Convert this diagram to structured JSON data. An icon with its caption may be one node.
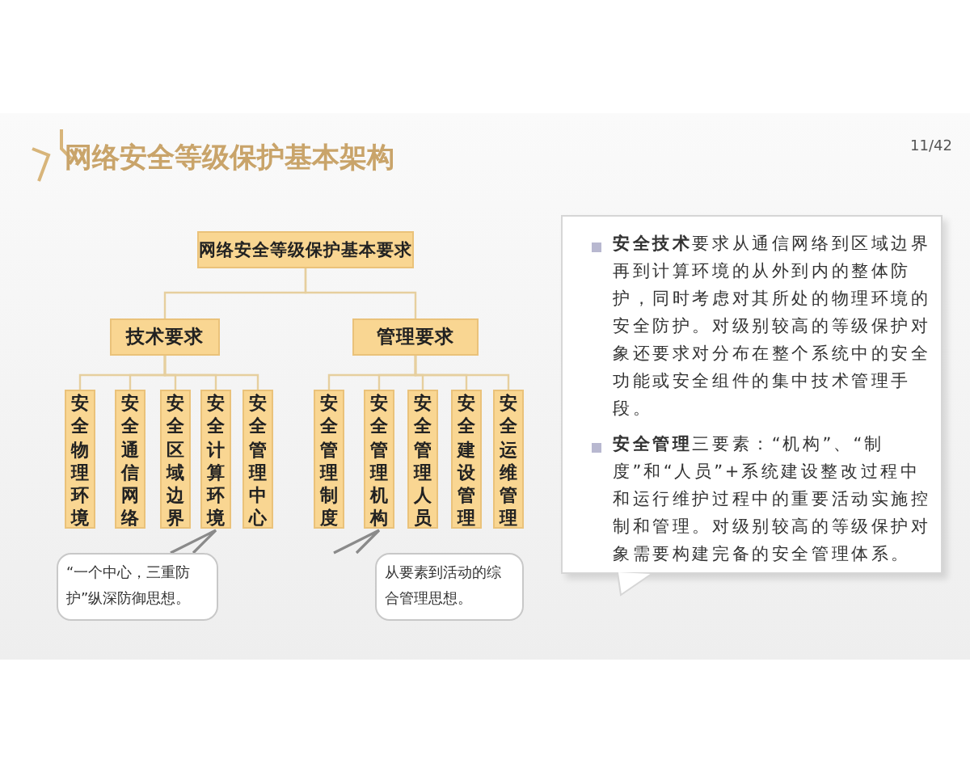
{
  "diagram": {
    "title": "网络安全等级保护基本架构",
    "nodes": [
      {
        "text": [
          "网络安全等级保护基本要求"
        ]
      },
      {
        "text": [
          "技术要求"
        ]
      },
      {
        "text": [
          "管理要求"
        ]
      },
      {
        "text": [
          "安全物理环境"
        ]
      },
      {
        "text": [
          "安全通信网络"
        ]
      },
      {
        "text": [
          "安全区域边界"
        ]
      },
      {
        "text": [
          "安全计算环境"
        ]
      },
      {
        "text": [
          "安全管理中心"
        ]
      },
      {
        "text": [
          "安全管理制度"
        ]
      },
      {
        "text": [
          "安全管理机构"
        ]
      },
      {
        "text": [
          "安全管理人员"
        ]
      },
      {
        "text": [
          "安全建设管理"
        ]
      },
      {
        "text": [
          "安全运维管理"
        ]
      },
      {
        "text": [
          "“一个中心，三重防护”纵深防御思想。"
        ]
      },
      {
        "text": [
          "从要素到活动的综合管理思想。"
        ]
      },
      {
        "text": [
          "**安全技术**要求从通信网络到区域边界再到计算环境的从外到内的整体防护，同时考虑对其所处的物理环境的安全防护。对级别较高的等级保护对象还要求对分布在整个系统中的安全功能或安全组件的集中技术管理手段。",
          "**安全管理**三要素：“机构”、“制度”和“人员”+系统建设整改过程中和运行维护过程中的重要活动实施控制和管理。对级别较高的等级保护对象需要构建完备的安全管理体系。"
        ]
      }
    ],
    "edges": [
      {
        "from": 0,
        "to": 1,
        "arrow": "none"
      },
      {
        "from": 0,
        "to": 2,
        "arrow": "none"
      },
      {
        "from": 1,
        "to": 3,
        "arrow": "none"
      },
      {
        "from": 1,
        "to": 4,
        "arrow": "none"
      },
      {
        "from": 1,
        "to": 5,
        "arrow": "none"
      },
      {
        "from": 1,
        "to": 6,
        "arrow": "none"
      },
      {
        "from": 1,
        "to": 7,
        "arrow": "none"
      },
      {
        "from": 2,
        "to": 8,
        "arrow": "none"
      },
      {
        "from": 2,
        "to": 9,
        "arrow": "none"
      },
      {
        "from": 2,
        "to": 10,
        "arrow": "none"
      },
      {
        "from": 2,
        "to": 11,
        "arrow": "none"
      },
      {
        "from": 2,
        "to": 12,
        "arrow": "none"
      },
      {
        "from": 13,
        "to": 6,
        "arrow": "none",
        "color": "#8a8a8a"
      },
      {
        "from": 14,
        "to": 9,
        "arrow": "none",
        "color": "#8a8a8a"
      }
    ],
    "labels": [
      "11/42"
    ]
  }
}
